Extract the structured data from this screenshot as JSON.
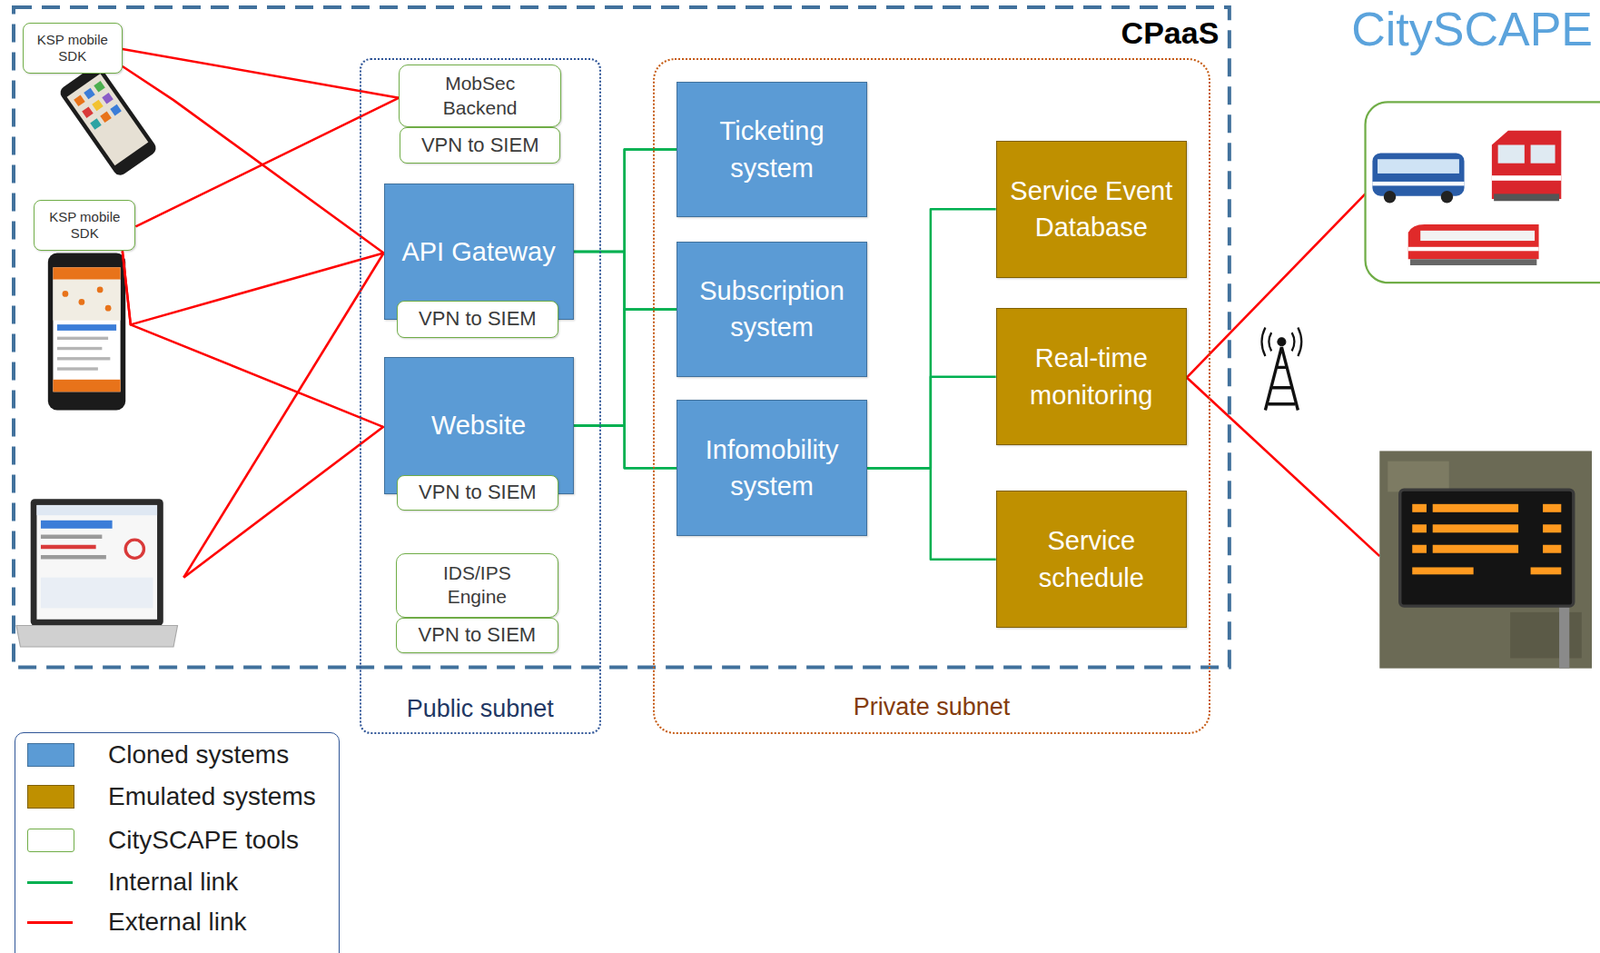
{
  "diagram": {
    "title": "CitySCAPE",
    "nodes": [
      {
        "text": [
          "CPaaS"
        ]
      },
      {
        "text": [
          "KSP mobile SDK"
        ],
        "in": 0
      },
      {
        "text": [
          "KSP mobile SDK"
        ],
        "in": 0
      },
      {
        "text": [
          "Public subnet"
        ],
        "in": 0
      },
      {
        "text": [
          "MobSec Backend"
        ],
        "in": 3
      },
      {
        "text": [
          "VPN to SIEM"
        ],
        "in": 4
      },
      {
        "text": [
          "API Gateway"
        ],
        "in": 3
      },
      {
        "text": [
          "VPN to SIEM"
        ],
        "in": 6
      },
      {
        "text": [
          "Website"
        ],
        "in": 3
      },
      {
        "text": [
          "VPN to SIEM"
        ],
        "in": 8
      },
      {
        "text": [
          "IDS/IPS Engine"
        ],
        "in": 3
      },
      {
        "text": [
          "VPN to SIEM"
        ],
        "in": 10
      },
      {
        "text": [
          "Private subnet"
        ],
        "in": 0
      },
      {
        "text": [
          "Ticketing system"
        ],
        "in": 12
      },
      {
        "text": [
          "Subscription system"
        ],
        "in": 12
      },
      {
        "text": [
          "Infomobility system"
        ],
        "in": 12
      },
      {
        "text": [
          "Service Event Database"
        ],
        "in": 12
      },
      {
        "text": [
          "Real-time monitoring"
        ],
        "in": 12
      },
      {
        "text": [
          "Service schedule"
        ],
        "in": 12
      }
    ],
    "edges": [
      {
        "from": 1,
        "to": 4,
        "arrow": "none"
      },
      {
        "from": 1,
        "to": 6,
        "arrow": "none"
      },
      {
        "from": 2,
        "to": 4,
        "arrow": "none"
      },
      {
        "from": 2,
        "to": 6,
        "arrow": "none"
      },
      {
        "from": 2,
        "to": 8,
        "arrow": "none"
      },
      {
        "from": 6,
        "to": 13,
        "arrow": "none"
      },
      {
        "from": 6,
        "to": 14,
        "arrow": "none"
      },
      {
        "from": 6,
        "to": 15,
        "arrow": "none"
      },
      {
        "from": 8,
        "to": 13,
        "arrow": "none"
      },
      {
        "from": 8,
        "to": 14,
        "arrow": "none"
      },
      {
        "from": 8,
        "to": 15,
        "arrow": "none"
      },
      {
        "from": 15,
        "to": 16,
        "arrow": "none"
      },
      {
        "from": 15,
        "to": 17,
        "arrow": "none"
      },
      {
        "from": 15,
        "to": 18,
        "arrow": "none"
      }
    ],
    "legend": [
      {
        "text": "Cloned systems",
        "color": "#5b9bd5"
      },
      {
        "text": "Emulated systems",
        "color": "#bf9000"
      },
      {
        "text": "CitySCAPE tools"
      },
      {
        "text": "Internal link"
      },
      {
        "text": "External link"
      }
    ]
  }
}
